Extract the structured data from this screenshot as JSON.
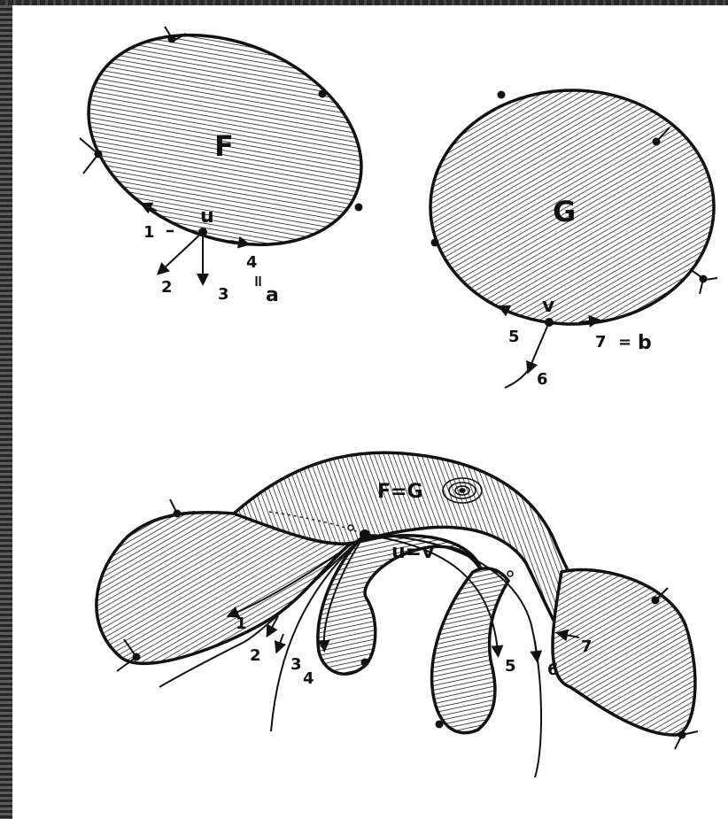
{
  "figure": {
    "top_left_blob": {
      "face_label": "F",
      "vertex_label": "u",
      "edge_labels": [
        "1",
        "2",
        "3",
        "4",
        "="
      ],
      "edge_alias": "a"
    },
    "top_right_blob": {
      "face_label": "G",
      "vertex_label": "v",
      "edge_labels": [
        "5",
        "6",
        "7",
        "=",
        "b"
      ]
    },
    "merged_surface": {
      "face_label": "F=G",
      "vertex_label": "u=v",
      "edge_labels": [
        "1",
        "2",
        "3",
        "4",
        "5",
        "6",
        "7"
      ]
    }
  },
  "colors": {
    "ink": "#111111",
    "paper": "#ffffff",
    "frame": "#3a3a3a"
  }
}
